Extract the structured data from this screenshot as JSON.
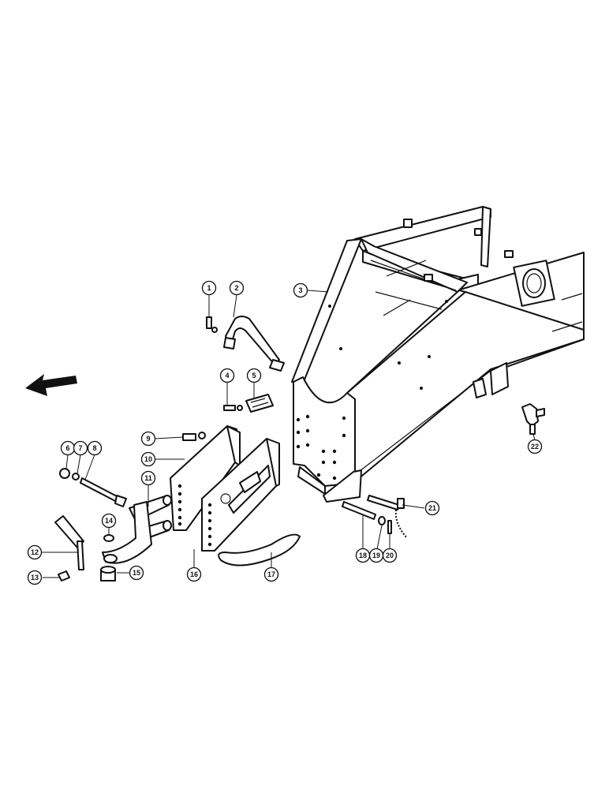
{
  "callouts": [
    {
      "id": "1",
      "label": "1"
    },
    {
      "id": "2",
      "label": "2"
    },
    {
      "id": "3",
      "label": "3"
    },
    {
      "id": "4",
      "label": "4"
    },
    {
      "id": "5",
      "label": "5"
    },
    {
      "id": "6",
      "label": "6"
    },
    {
      "id": "7",
      "label": "7"
    },
    {
      "id": "8",
      "label": "8"
    },
    {
      "id": "9",
      "label": "9"
    },
    {
      "id": "10",
      "label": "10"
    },
    {
      "id": "11",
      "label": "11"
    },
    {
      "id": "12",
      "label": "12"
    },
    {
      "id": "13",
      "label": "13"
    },
    {
      "id": "14",
      "label": "14"
    },
    {
      "id": "15",
      "label": "15"
    },
    {
      "id": "16",
      "label": "16"
    },
    {
      "id": "17",
      "label": "17"
    },
    {
      "id": "18",
      "label": "18"
    },
    {
      "id": "19",
      "label": "19"
    },
    {
      "id": "20",
      "label": "20"
    },
    {
      "id": "21",
      "label": "21"
    },
    {
      "id": "22",
      "label": "22"
    }
  ],
  "icons": {
    "direction_arrow": "arrow-left-down-icon"
  }
}
